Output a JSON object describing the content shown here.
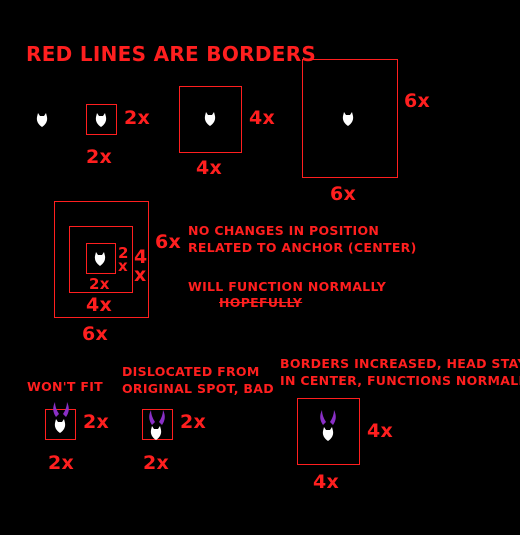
{
  "title": "RED LINES ARE BORDERS",
  "row1": {
    "box2_right": "2x",
    "box2_bottom": "2x",
    "box4_right": "4x",
    "box4_bottom": "4x",
    "box6_right": "6x",
    "box6_bottom": "6x"
  },
  "nested": {
    "label_2_top": "2",
    "label_2_bottom": "x",
    "label_4_top": "4",
    "label_4_bottom": "x",
    "label_6": "6x",
    "bottom_2": "2x",
    "bottom_4": "4x",
    "bottom_6": "6x"
  },
  "notes": {
    "line1": "NO CHANGES IN POSITION",
    "line2": "RELATED TO ANCHOR (CENTER)",
    "line3": "WILL FUNCTION NORMALLY",
    "line4": "HOPEFULLY"
  },
  "row3": {
    "wont_fit": "WON'T FIT",
    "dislocated_1": "DISLOCATED FROM",
    "dislocated_2": "ORIGINAL SPOT, BAD",
    "borders_1": "BORDERS INCREASED, HEAD STAYS",
    "borders_2": "IN CENTER, FUNCTIONS NORMALLY",
    "a_right": "2x",
    "a_bottom": "2x",
    "b_right": "2x",
    "b_bottom": "2x",
    "c_right": "4x",
    "c_bottom": "4x"
  },
  "colors": {
    "border": "#ff1f1f",
    "horns": "#8a2fc7",
    "head": "#ffffff"
  }
}
